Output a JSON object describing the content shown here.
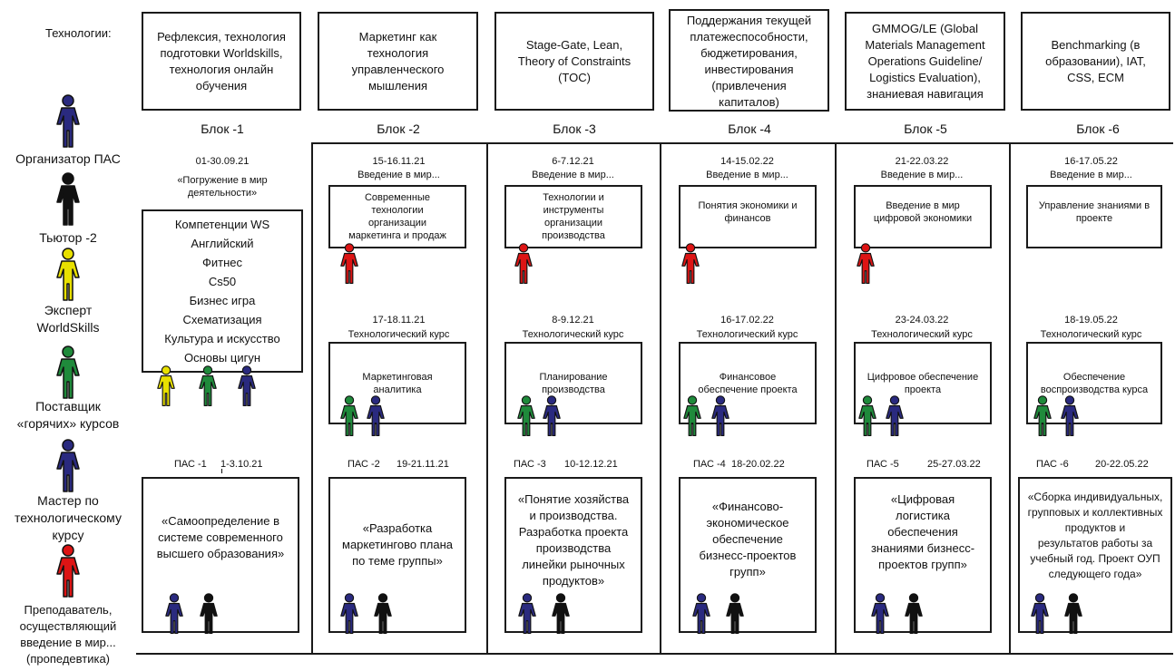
{
  "technologies_label": "Технологии:",
  "colors": {
    "organizer": "#2a2a7f",
    "tutor": "#111111",
    "expert": "#e8e000",
    "supplier": "#1f8a3b",
    "master": "#2a2a7f",
    "teacher": "#dd1414"
  },
  "roles": {
    "organizer": "Организатор ПАС",
    "tutor": "Тьютор -2",
    "expert_line1": "Эксперт",
    "expert_line2": "WorldSkills",
    "supplier_line1": "Поставщик",
    "supplier_line2": "«горячих» курсов",
    "master_line1": "Мастер по",
    "master_line2": "технологическому",
    "master_line3": "курсу",
    "teacher_line1": "Преподаватель,",
    "teacher_line2": "осуществляющий",
    "teacher_line3": "введение в мир...",
    "teacher_line4": "(пропедевтика)"
  },
  "blocks": [
    {
      "tech_lines": [
        "Рефлексия, технология",
        "подготовки Worldskills,",
        "технология онлайн",
        "обучения"
      ],
      "label": "Блок -1",
      "intro_date": "01-30.09.21",
      "intro_title_lines": [
        "«Погружение в мир",
        "деятельности»"
      ],
      "competencies": [
        "Компетенции WS",
        "Английский",
        "Фитнес",
        "Cs50",
        "Бизнес игра",
        "Схематизация",
        "Культура и искусство",
        "Основы цигун"
      ],
      "pas_label": "ПАС -1",
      "pas_date": "1-3.10.21",
      "pas_lines": [
        "«Самоопределение в",
        "системе современного",
        "высшего образования»"
      ]
    },
    {
      "tech_lines": [
        "Маркетинг как",
        "технология",
        "управленческого",
        "мышления"
      ],
      "label": "Блок -2",
      "intro_date": "15-16.11.21",
      "intro_caption": "Введение в мир...",
      "intro_lines": [
        "Современные",
        "технологии",
        "организации",
        "маркетинга и продаж"
      ],
      "course_date": "17-18.11.21",
      "course_caption": "Технологический курс",
      "course_lines": [
        "Маркетинговая",
        "аналитика"
      ],
      "pas_label": "ПАС -2",
      "pas_date": "19-21.11.21",
      "pas_lines": [
        "«Разработка",
        "маркетингово плана",
        "по теме группы»"
      ]
    },
    {
      "tech_lines": [
        "Stage-Gate, Lean,",
        "Theory of Constraints",
        "(TOC)"
      ],
      "label": "Блок -3",
      "intro_date": "6-7.12.21",
      "intro_caption": "Введение в мир...",
      "intro_lines": [
        "Технологии и",
        "инструменты",
        "организации",
        "производства"
      ],
      "course_date": "8-9.12.21",
      "course_caption": "Технологический курс",
      "course_lines": [
        "Планирование",
        "производства"
      ],
      "pas_label": "ПАС -3",
      "pas_date": "10-12.12.21",
      "pas_lines": [
        "«Понятие хозяйства",
        "и производства.",
        "Разработка проекта",
        "производства",
        "линейки рыночных",
        "продуктов»"
      ]
    },
    {
      "tech_lines": [
        "Поддержания текущей",
        "платежеспособности,",
        "бюджетирования,",
        "инвестирования",
        "(привлечения",
        "капиталов)"
      ],
      "label": "Блок -4",
      "intro_date": "14-15.02.22",
      "intro_caption": "Введение в мир...",
      "intro_lines": [
        "Понятия экономики и",
        "финансов"
      ],
      "course_date": "16-17.02.22",
      "course_caption": "Технологический курс",
      "course_lines": [
        "Финансовое",
        "обеспечение проекта"
      ],
      "pas_label": "ПАС -4",
      "pas_date": "18-20.02.22",
      "pas_lines": [
        "«Финансово-",
        "экономическое",
        "обеспечение",
        "бизнесс-проектов",
        "групп»"
      ]
    },
    {
      "tech_lines": [
        "GMMOG/LE (Global",
        "Materials Management",
        "Operations Guideline/",
        "Logistics Evaluation),",
        "знаниевая навигация"
      ],
      "label": "Блок -5",
      "intro_date": "21-22.03.22",
      "intro_caption": "Введение в мир...",
      "intro_lines": [
        "Введение в мир",
        "цифровой экономики"
      ],
      "course_date": "23-24.03.22",
      "course_caption": "Технологический курс",
      "course_lines": [
        "Цифровое обеспечение",
        "проекта"
      ],
      "pas_label": "ПАС -5",
      "pas_date": "25-27.03.22",
      "pas_lines": [
        "«Цифровая",
        "логистика",
        "обеспечения",
        "знаниями бизнесс-",
        "проектов групп»"
      ]
    },
    {
      "tech_lines": [
        "Benchmarking (в",
        "образовании), IAT,",
        "CSS, ECM"
      ],
      "label": "Блок -6",
      "intro_date": "16-17.05.22",
      "intro_caption": "Введение в мир...",
      "intro_lines": [
        "Управление знаниями в",
        "проекте"
      ],
      "course_date": "18-19.05.22",
      "course_caption": "Технологический курс",
      "course_lines": [
        "Обеспечение",
        "воспроизводства курса"
      ],
      "pas_label": "ПАС -6",
      "pas_date": "20-22.05.22",
      "pas_lines": [
        "«Сборка индивидуальных,",
        "групповых и коллективных",
        "продуктов и",
        "результатов работы за",
        "учебный год. Проект ОУП",
        "следующего года»"
      ]
    }
  ]
}
